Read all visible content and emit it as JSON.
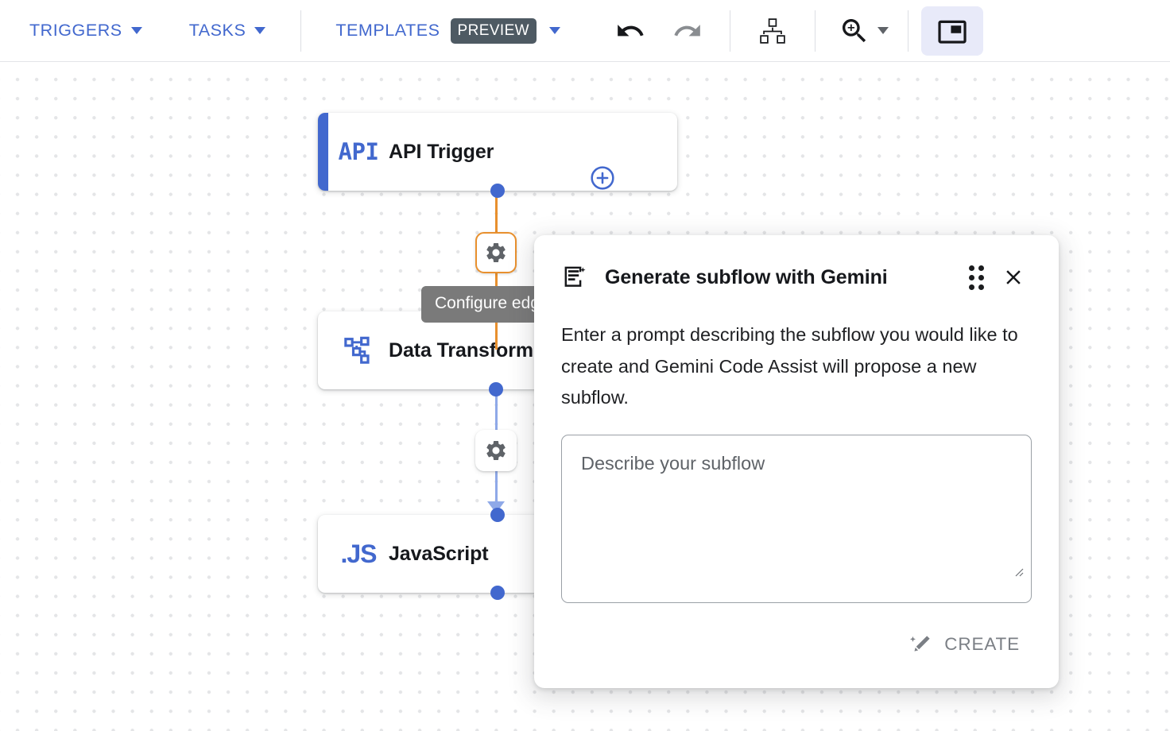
{
  "toolbar": {
    "menus": [
      {
        "label": "TRIGGERS",
        "name": "triggers"
      },
      {
        "label": "TASKS",
        "name": "tasks"
      }
    ],
    "templates": {
      "label": "TEMPLATES",
      "badge": "PREVIEW"
    },
    "actions": [
      {
        "name": "undo-button",
        "icon": "undo-icon",
        "enabled": true
      },
      {
        "name": "redo-button",
        "icon": "redo-icon",
        "enabled": false
      },
      {
        "name": "auto-layout-button",
        "icon": "hierarchy-icon",
        "enabled": true
      },
      {
        "name": "zoom-button",
        "icon": "zoom-in-icon",
        "enabled": true
      },
      {
        "name": "minimap-toggle",
        "icon": "picture-in-picture-icon",
        "enabled": true,
        "active": true
      }
    ]
  },
  "canvas": {
    "nodes": [
      {
        "id": "api-trigger",
        "title": "API Trigger",
        "glyph": "API",
        "icon": "api-icon",
        "type": "trigger"
      },
      {
        "id": "data-transformer",
        "title": "Data Transformer",
        "icon": "data-transformer-icon",
        "type": "task"
      },
      {
        "id": "javascript",
        "title": "JavaScript",
        "glyph": ".JS",
        "icon": "javascript-icon",
        "type": "task"
      }
    ],
    "edges": [
      {
        "id": "edge-1",
        "from": "api-trigger",
        "to": "data-transformer",
        "state": "hovered",
        "color": "#e8902e"
      },
      {
        "id": "edge-2",
        "from": "data-transformer",
        "to": "javascript",
        "state": "default",
        "color": "#8fa9e8"
      }
    ],
    "tooltip": {
      "text": "Configure edge"
    },
    "add_node_button": {
      "label": "add-node"
    }
  },
  "dialog": {
    "title": "Generate subflow with Gemini",
    "header_icon": "document-sparkle-icon",
    "drag_handle": "drag-handle-icon",
    "close": "close-icon",
    "body": "Enter a prompt describing the subflow you would like to create and Gemini Code Assist will propose a new subflow.",
    "prompt": {
      "placeholder": "Describe your subflow",
      "value": ""
    },
    "create": {
      "label": "CREATE",
      "icon": "magic-wand-icon",
      "enabled": false
    }
  },
  "colors": {
    "accent_blue": "#4268ce",
    "edge_hover_orange": "#e8902e",
    "edge_blue": "#8fa9e8",
    "preview_badge": "#4e5a63",
    "tooltip_bg": "#7a7a7a",
    "disabled_gray": "#7b7f85"
  }
}
